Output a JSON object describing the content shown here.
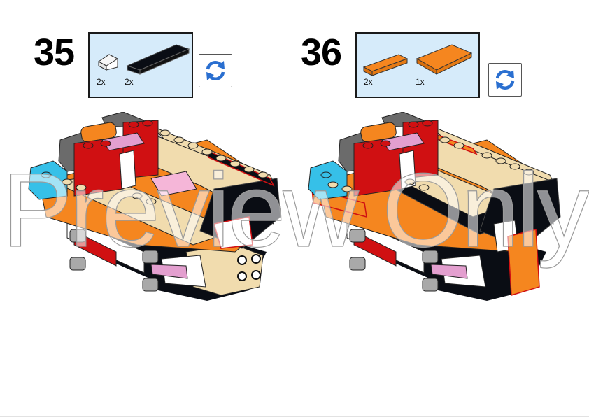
{
  "steps": [
    {
      "number": "35",
      "parts": [
        {
          "name": "white slope 1x1",
          "color": "#ffffff",
          "qty": "2x"
        },
        {
          "name": "black tile 1x4",
          "color": "#0a0d14",
          "qty": "2x"
        }
      ],
      "rotate_icon": "rotate-arrows-icon"
    },
    {
      "number": "36",
      "parts": [
        {
          "name": "orange tile 1x2",
          "color": "#f5861f",
          "qty": "2x"
        },
        {
          "name": "orange tile 2x2",
          "color": "#f5861f",
          "qty": "1x"
        }
      ],
      "rotate_icon": "rotate-arrows-icon"
    }
  ],
  "watermark": "Preview Only",
  "colors": {
    "parts_box_bg": "#d6ebfa",
    "rotate_blue": "#2a6fd0",
    "orange": "#f5861f",
    "red": "#d01012",
    "tan": "#f1dcae",
    "pink": "#e39fcf",
    "azure": "#36c0e8",
    "dark_grey": "#6b6b6b",
    "black": "#0a0d14",
    "light_grey": "#a9a9a9"
  }
}
